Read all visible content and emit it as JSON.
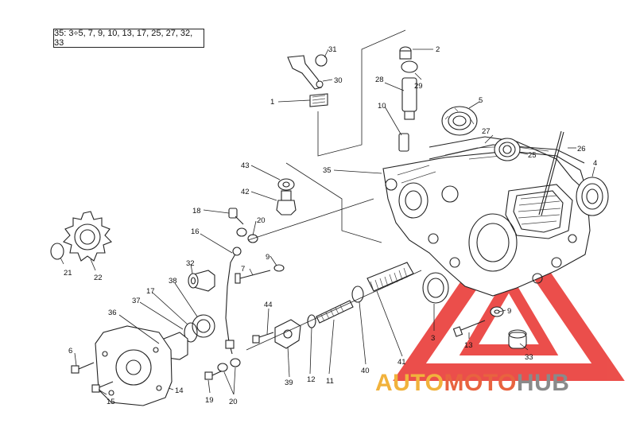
{
  "legend": "35: 3÷5, 7, 9, 10, 13, 17, 25, 27, 32, 33",
  "callouts": [
    {
      "id": "c1",
      "label": "1"
    },
    {
      "id": "c2",
      "label": "2"
    },
    {
      "id": "c3",
      "label": "3"
    },
    {
      "id": "c4",
      "label": "4"
    },
    {
      "id": "c5",
      "label": "5"
    },
    {
      "id": "c6",
      "label": "6"
    },
    {
      "id": "c7",
      "label": "7"
    },
    {
      "id": "c9a",
      "label": "9"
    },
    {
      "id": "c9b",
      "label": "9"
    },
    {
      "id": "c10",
      "label": "10"
    },
    {
      "id": "c11",
      "label": "11"
    },
    {
      "id": "c12",
      "label": "12"
    },
    {
      "id": "c13",
      "label": "13"
    },
    {
      "id": "c14",
      "label": "14"
    },
    {
      "id": "c15",
      "label": "15"
    },
    {
      "id": "c16",
      "label": "16"
    },
    {
      "id": "c17",
      "label": "17"
    },
    {
      "id": "c18",
      "label": "18"
    },
    {
      "id": "c19",
      "label": "19"
    },
    {
      "id": "c20a",
      "label": "20"
    },
    {
      "id": "c20b",
      "label": "20"
    },
    {
      "id": "c21",
      "label": "21"
    },
    {
      "id": "c22",
      "label": "22"
    },
    {
      "id": "c25",
      "label": "25"
    },
    {
      "id": "c26",
      "label": "26"
    },
    {
      "id": "c27",
      "label": "27"
    },
    {
      "id": "c28",
      "label": "28"
    },
    {
      "id": "c29",
      "label": "29"
    },
    {
      "id": "c30",
      "label": "30"
    },
    {
      "id": "c31",
      "label": "31"
    },
    {
      "id": "c32",
      "label": "32"
    },
    {
      "id": "c33",
      "label": "33"
    },
    {
      "id": "c35",
      "label": "35"
    },
    {
      "id": "c36",
      "label": "36"
    },
    {
      "id": "c37",
      "label": "37"
    },
    {
      "id": "c38",
      "label": "38"
    },
    {
      "id": "c39",
      "label": "39"
    },
    {
      "id": "c40",
      "label": "40"
    },
    {
      "id": "c41",
      "label": "41"
    },
    {
      "id": "c42",
      "label": "42"
    },
    {
      "id": "c43",
      "label": "43"
    },
    {
      "id": "c44",
      "label": "44"
    }
  ],
  "watermark": {
    "part1": "AUTO",
    "part2": "MOTO",
    "part3": "HUB"
  },
  "colors": {
    "ink": "#222222",
    "triangle": "#e8302c",
    "auto": "#f1b23c",
    "moto": "#e8633f",
    "hub": "#8a8a8a"
  }
}
